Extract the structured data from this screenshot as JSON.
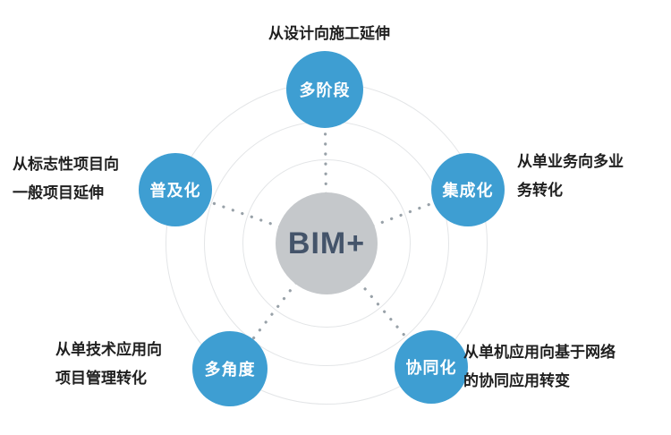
{
  "center": {
    "label": "BIM+"
  },
  "nodes": {
    "top": {
      "label": "多阶段",
      "desc1": "从设计向施工延伸"
    },
    "right": {
      "label": "集成化",
      "desc1": "从单业务向多业",
      "desc2": "务转化"
    },
    "bottom_right": {
      "label": "协同化",
      "desc1": "从单机应用向基于网络",
      "desc2": "的协同应用转变"
    },
    "bottom_left": {
      "label": "多角度",
      "desc1": "从单技术应用向",
      "desc2": "项目管理转化"
    },
    "left": {
      "label": "普及化",
      "desc1": "从标志性项目向",
      "desc2": "一般项目延伸"
    }
  },
  "colors": {
    "node_blue": "#3e9ed2",
    "center_gray": "#c5c8cb",
    "center_text": "#44546a",
    "ring_gray": "#e3e5e7",
    "dot_gray": "#98a1a8",
    "text": "#1f1f1f"
  }
}
